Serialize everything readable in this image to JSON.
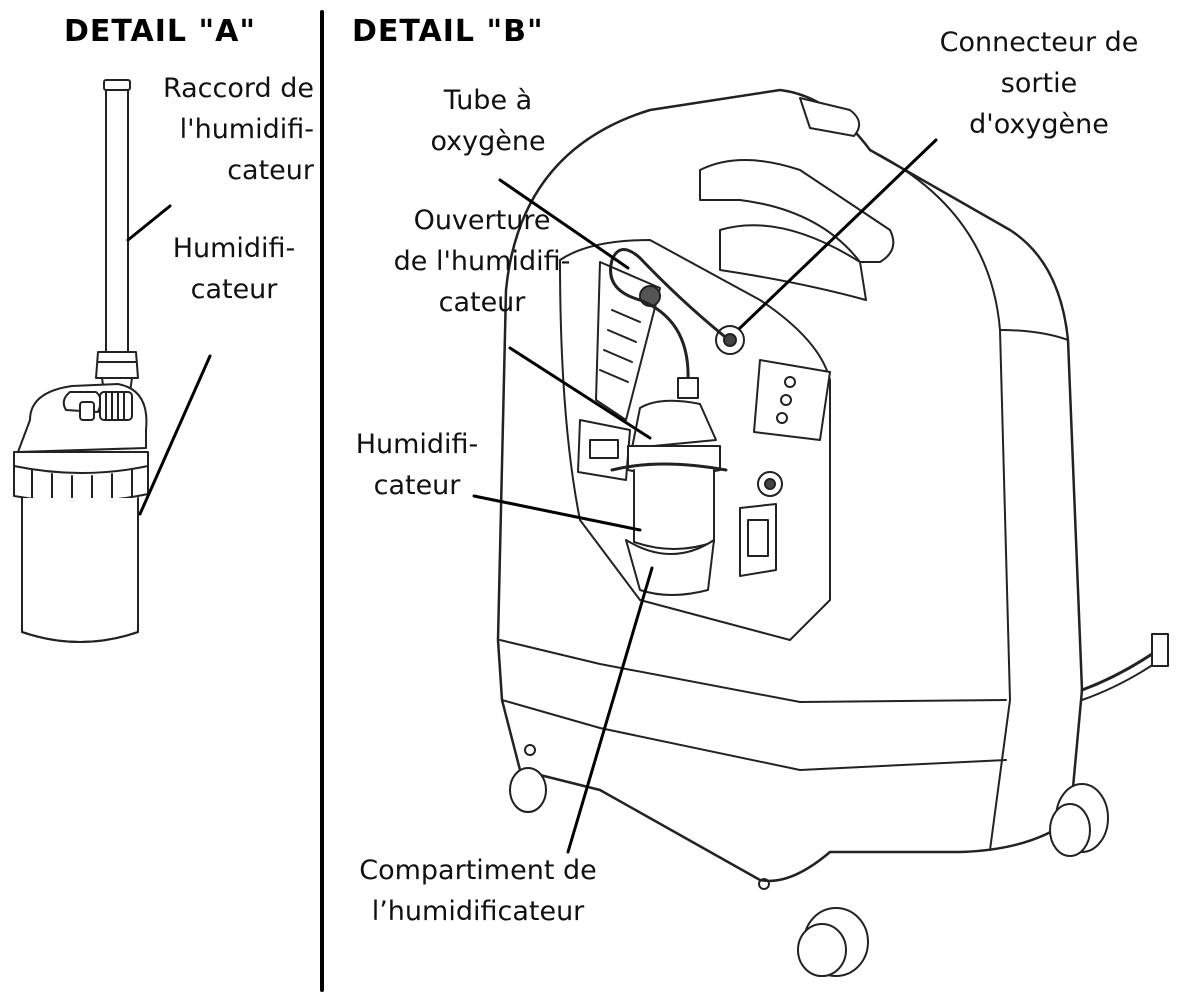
{
  "detail_a": {
    "heading": "DETAIL \"A\"",
    "labels": {
      "raccord": [
        "Raccord de",
        "l'humidifi-",
        "cateur"
      ],
      "humidificateur": [
        "Humidifi-",
        "cateur"
      ]
    }
  },
  "detail_b": {
    "heading": "DETAIL \"B\"",
    "labels": {
      "tube": [
        "Tube à",
        "oxygène"
      ],
      "connecteur": [
        "Connecteur de",
        "sortie",
        "d'oxygène"
      ],
      "ouverture": [
        "Ouverture",
        "de l'humidifi-",
        "cateur"
      ],
      "humidificateur": [
        "Humidifi-",
        "cateur"
      ],
      "compartiment": [
        "Compartiment de",
        "l’humidificateur"
      ]
    }
  }
}
